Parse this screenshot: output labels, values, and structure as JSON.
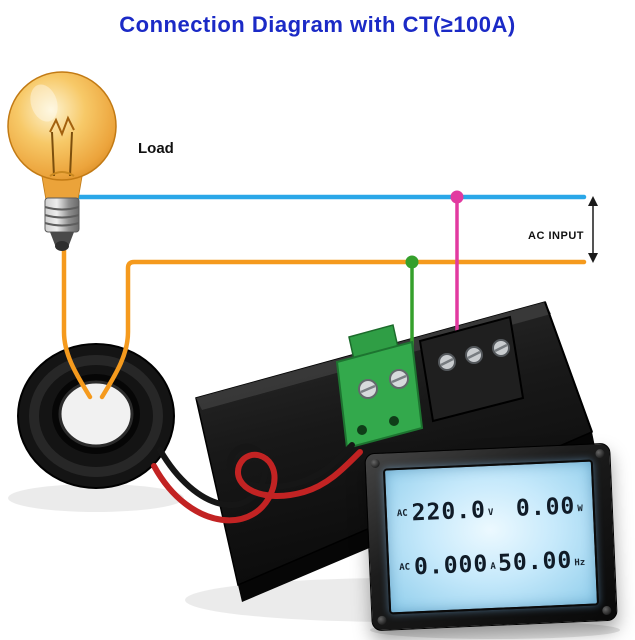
{
  "title": "Connection Diagram with CT(≥100A)",
  "diagram": {
    "load_label": "Load",
    "ac_input_label": "AC INPUT"
  },
  "display": {
    "voltage": {
      "mode": "AC",
      "value": "220.0",
      "unit": "V"
    },
    "power": {
      "value": "0.00",
      "unit": "W"
    },
    "current": {
      "mode": "AC",
      "value": "0.000",
      "unit": "A"
    },
    "frequency": {
      "value": "50.00",
      "unit": "Hz"
    }
  },
  "colors": {
    "title_text": "#1b2ac6",
    "wire_blue": "#2aa7e8",
    "wire_orange": "#f59a1d",
    "junction_pink": "#e23aa0",
    "junction_green": "#35a02c",
    "ct_wire_red": "#c22323",
    "ct_wire_black": "#161616",
    "lcd_backlight": "#c6e9fb"
  }
}
